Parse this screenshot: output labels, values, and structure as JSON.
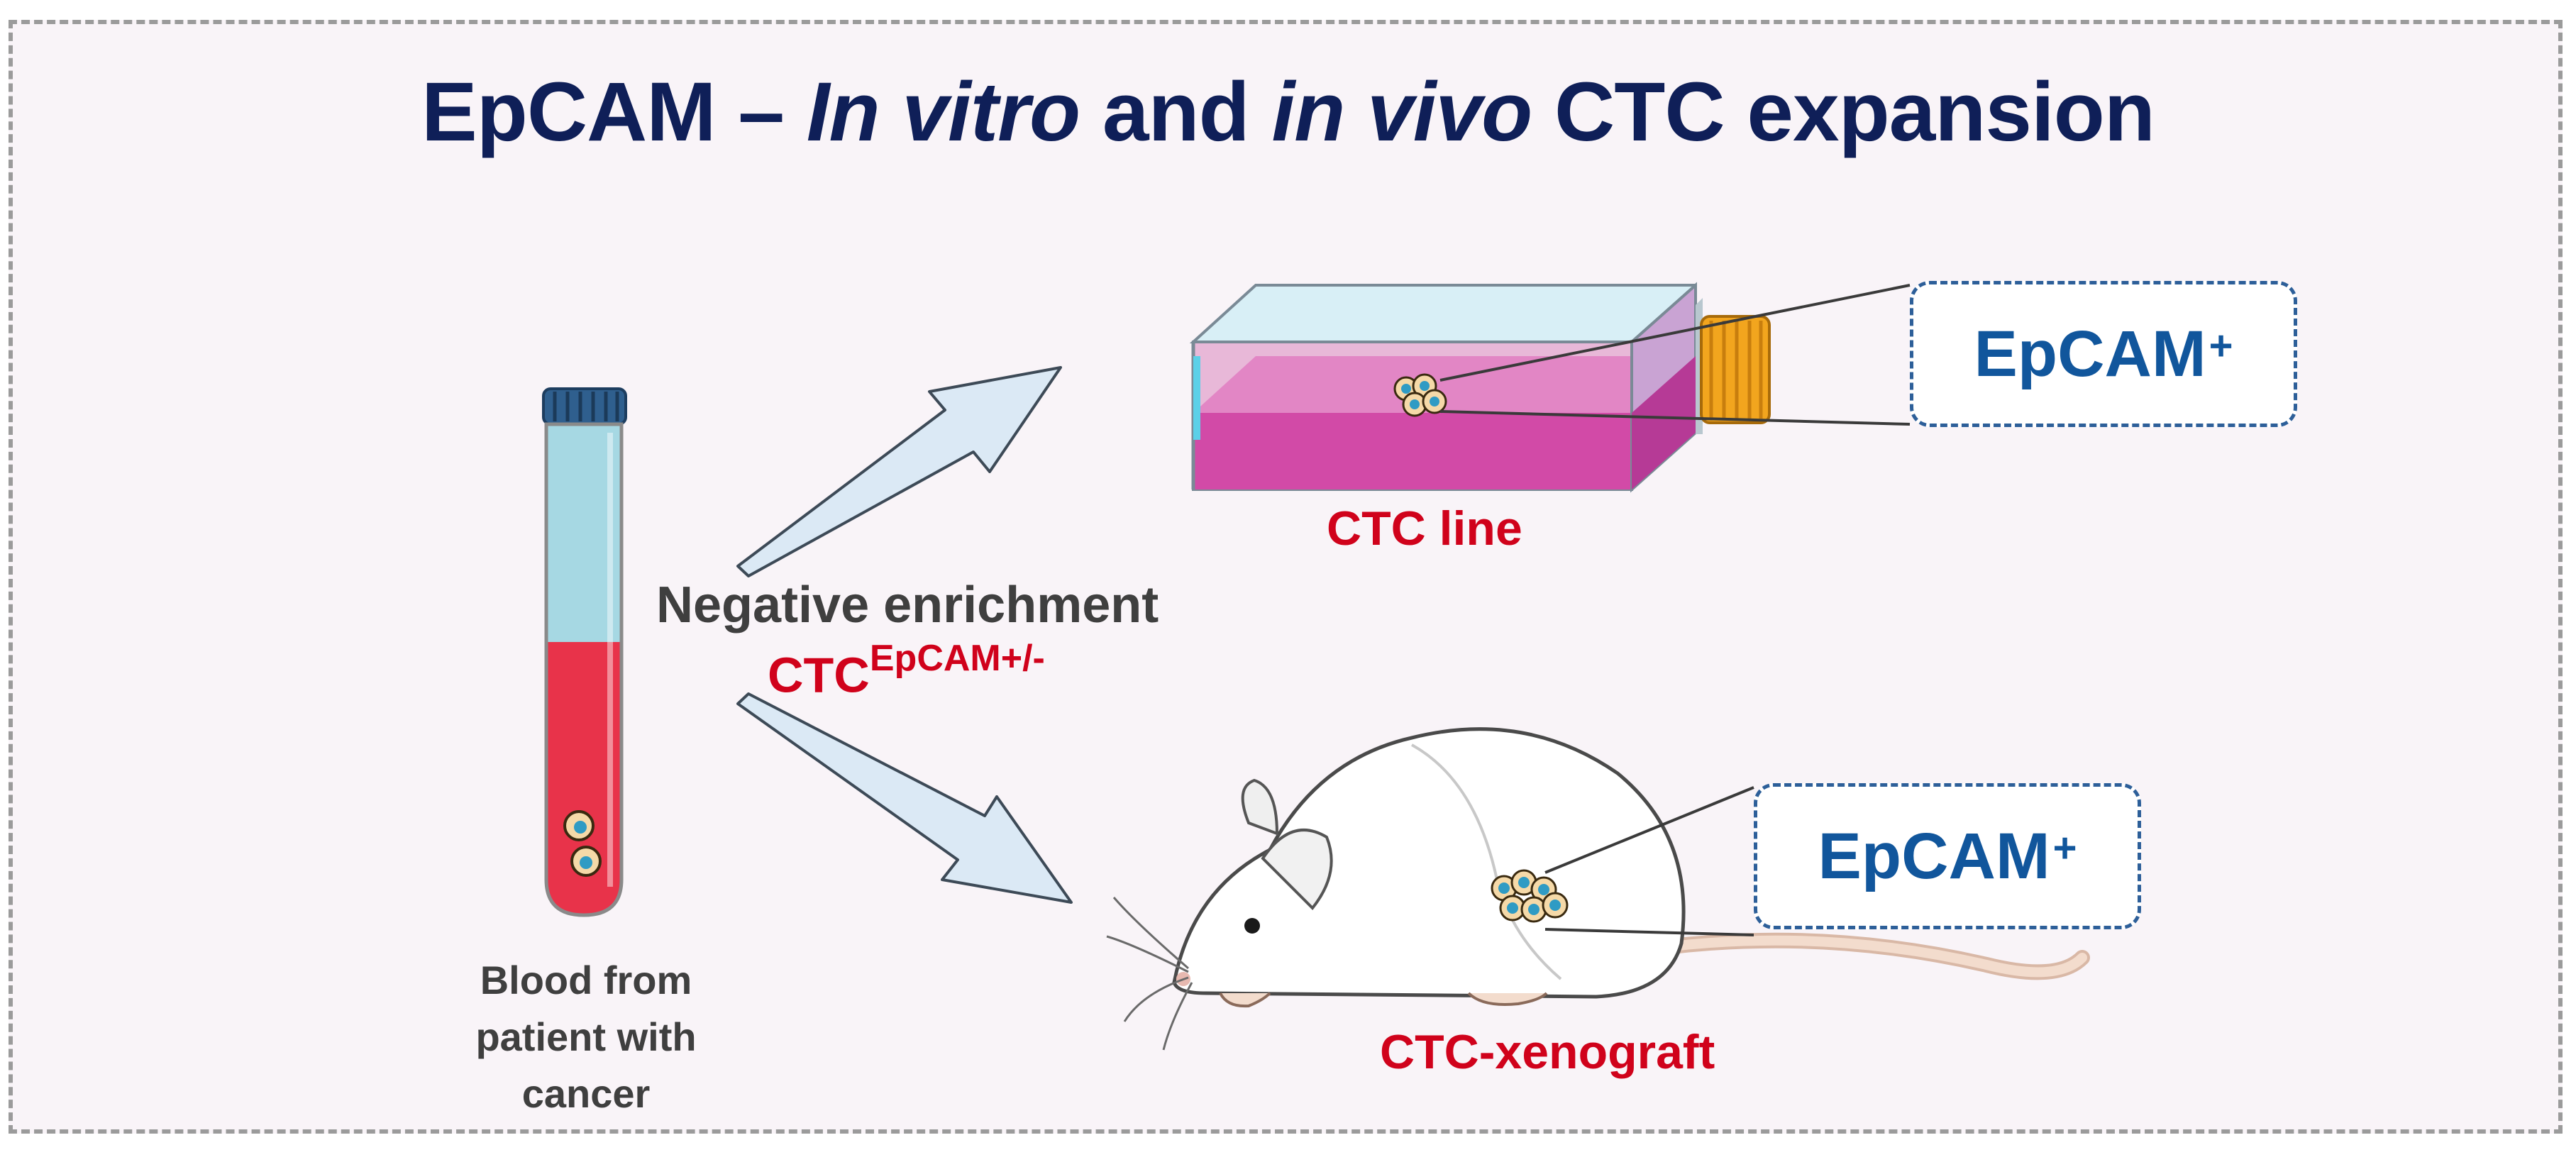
{
  "title": {
    "prefix": "EpCAM – ",
    "italic1": "In vitro",
    "mid": " and ",
    "italic2": "in vivo",
    "suffix": " CTC expansion"
  },
  "tube": {
    "label_line1": "Blood from",
    "label_line2": "patient with",
    "label_line3": "cancer"
  },
  "enrichment": {
    "label": "Negative enrichment",
    "ctc_main": "CTC",
    "ctc_sup": "EpCAM+/-"
  },
  "flask": {
    "label": "CTC line",
    "marker_main": "EpCAM",
    "marker_sup": "+"
  },
  "mouse": {
    "label": "CTC-xenograft",
    "marker_main": "EpCAM",
    "marker_sup": "+"
  },
  "colors": {
    "title": "#0f1f58",
    "highlight_red": "#d0021b",
    "marker_blue": "#11569c",
    "blood": "#e8334a",
    "plasma": "#a6d8e3",
    "flask_medium": "#d24aa7",
    "cap_orange": "#f2a51e",
    "arrow_fill": "#dbe9f5"
  }
}
